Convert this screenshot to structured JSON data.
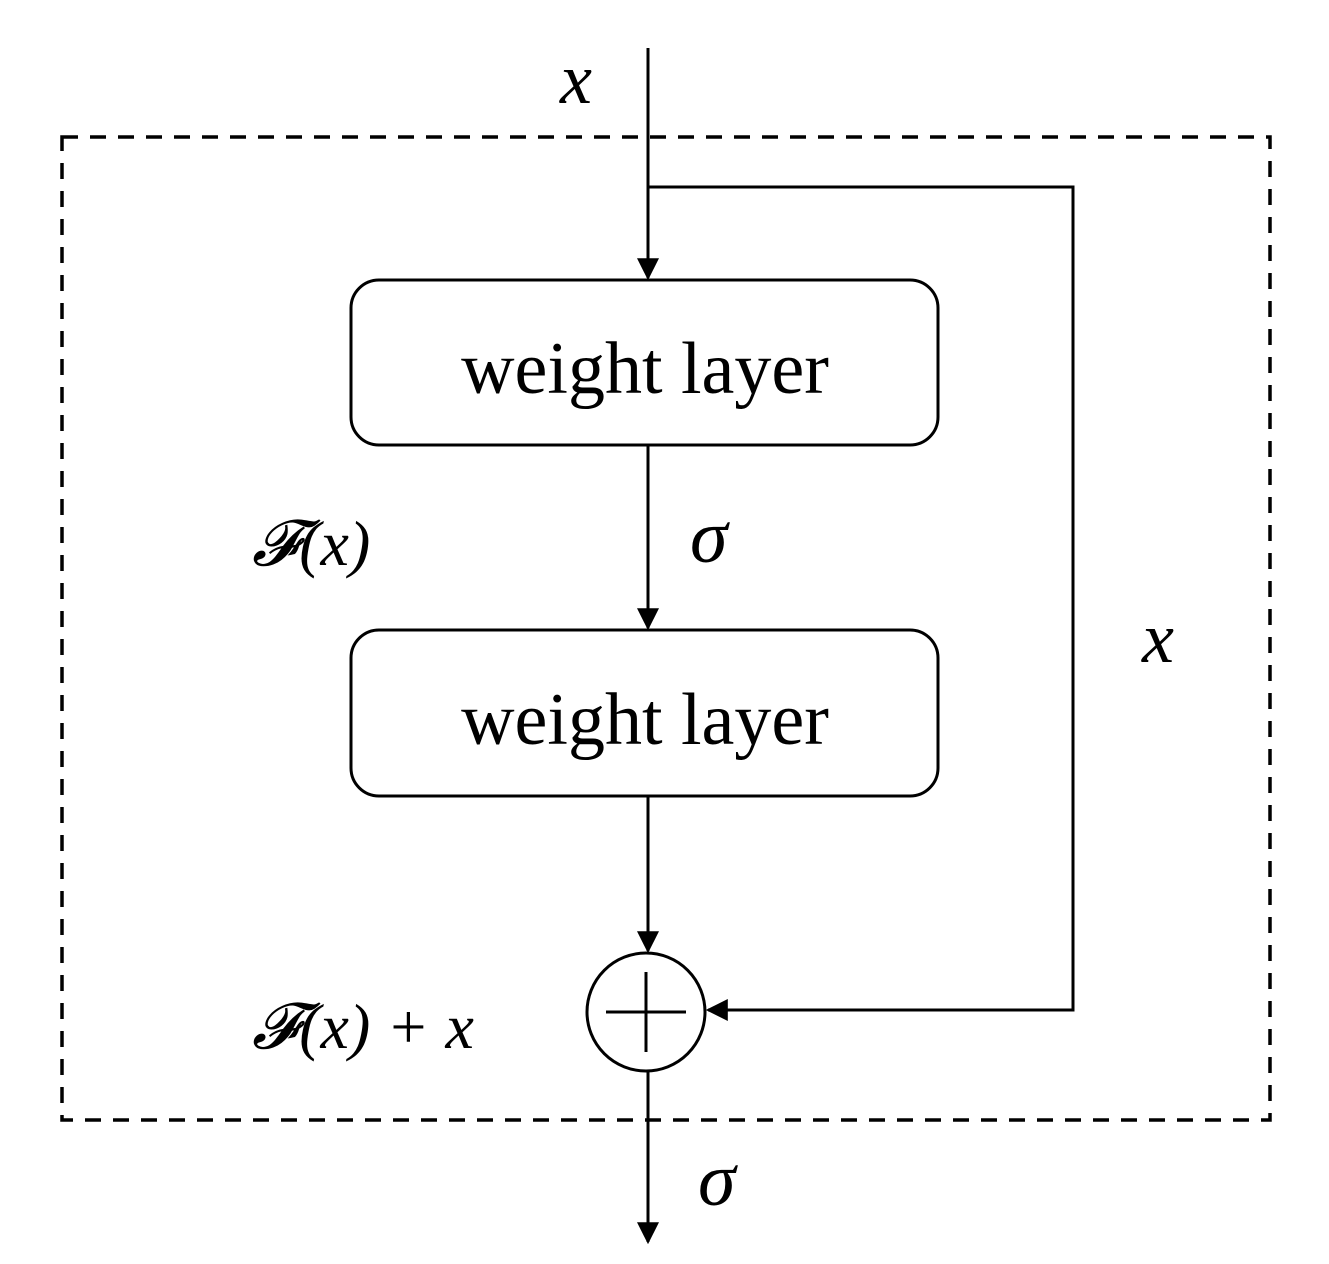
{
  "diagram": {
    "input_label": "x",
    "shortcut_label": "x",
    "activation_mid": "σ",
    "activation_out": "σ",
    "residual_label": "𝓕(x)",
    "sum_label": "𝓕(x) + x",
    "layer_1": "weight layer",
    "layer_2": "weight layer"
  },
  "colors": {
    "stroke": "#000000",
    "background": "#ffffff"
  }
}
